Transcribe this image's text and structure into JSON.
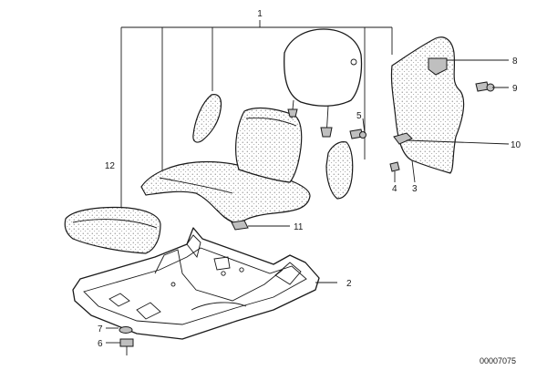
{
  "diagram": {
    "part_numbers": {
      "p1": "1",
      "p2": "2",
      "p3": "3",
      "p4": "4",
      "p5": "5",
      "p6": "6",
      "p7": "7",
      "p8": "8",
      "p9": "9",
      "p10": "10",
      "p11": "11",
      "p12": "12"
    },
    "drawing_number": "00007075"
  }
}
